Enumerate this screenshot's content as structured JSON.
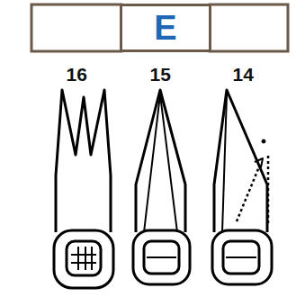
{
  "diagram": {
    "nodes": [
      {
        "text": [
          "E"
        ]
      }
    ],
    "labels": [
      "16",
      "15",
      "14"
    ]
  }
}
